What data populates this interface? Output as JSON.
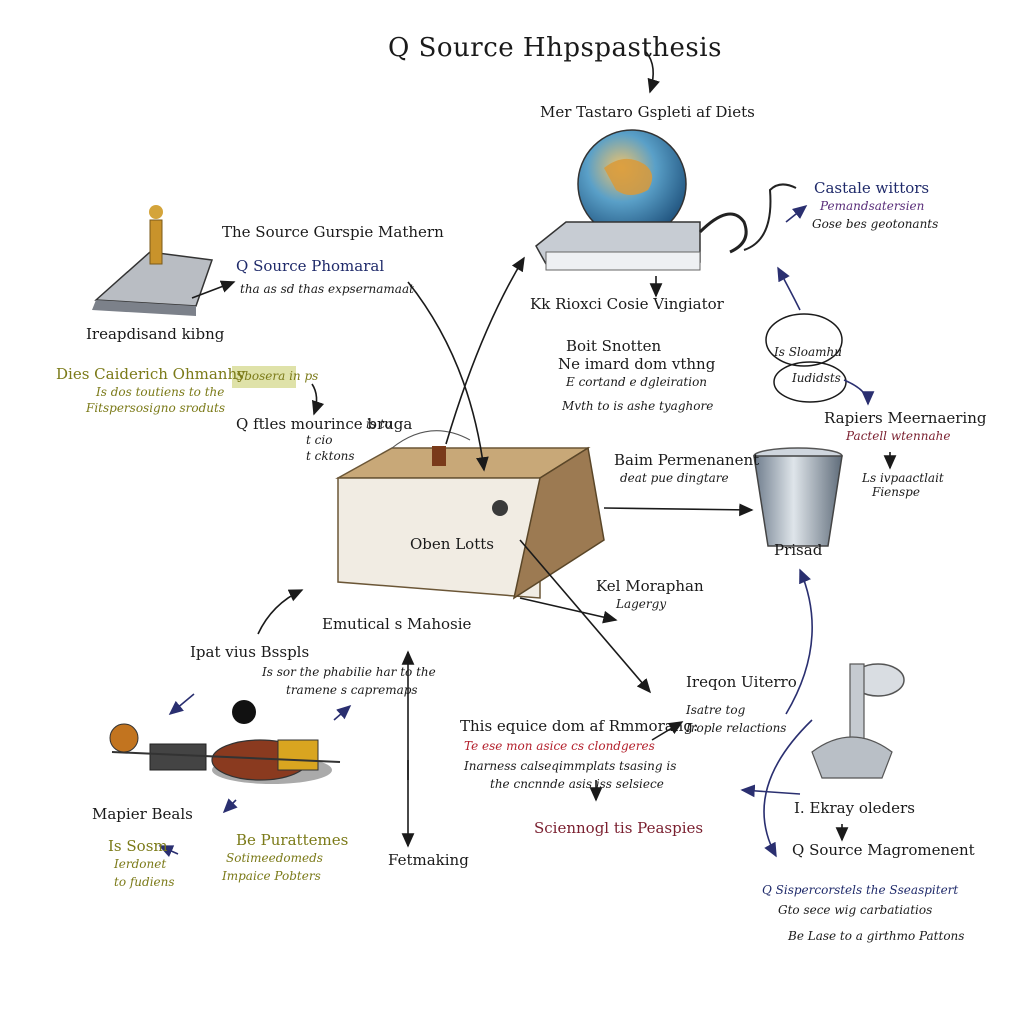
{
  "title": "Q Source Hhpspasthesis",
  "labels": {
    "top_subtitle": "Mer Tastaro Gspleti af Diets",
    "top_left_heading": "The Source Gurspie Mathern",
    "source_phomaral": "Q Source Phomaral",
    "source_phomaral_sub": "tha as sd thas expsernamaat",
    "left_machine_label": "Ireapdisand kibng",
    "olive_heading": "Dies Caiderich Ohmanhy",
    "olive_line1": "Is dos toutiens to the",
    "olive_line2": "Fitspersosigno sroduts",
    "sticky_note": "Sbosera in ps",
    "files_label": "Q ftles mourince bruga",
    "files_side": "is to",
    "files_sub1": "t cio",
    "files_sub2": "t cktons",
    "box_label": "Oben Lotts",
    "globe_below": "Kk Rioxci Cosie Vingiator",
    "boit_heading": "Boit Snotten",
    "boit_line1": "Ne imard dom vthng",
    "boit_line2": "E cortand e dgleiration",
    "boit_line3": "Mvth to is ashe tyaghore",
    "castale_heading": "Castale wittors",
    "castale_line1": "Pemandsatersien",
    "castale_line2": "Gose bes geotonants",
    "oval1": "Is Sloamhu",
    "oval2": "Iudidsts",
    "rapiers_heading": "Rapiers Meernaering",
    "rapiers_sub": "Pactell wtennahe",
    "rapiers_side1": "Ls ivpaactlait",
    "rapiers_side2": "Fienspe",
    "cup_label": "Prisad",
    "baim_heading": "Baim Permenanent",
    "baim_sub": "deat pue dingtare",
    "kel_heading": "Kel Moraphan",
    "kel_sub": "Lagergy",
    "ireqon": "Ireqon Uiterro",
    "ireqon_l1": "Isatre tog",
    "ireqon_l2": "Irople relactions",
    "this_heading": "This equice dom af Rmmorang:",
    "this_line1": "Te ese mon asice cs clondgeres",
    "this_line2": "Inarness calseqimmplats tsasing is",
    "this_line3": "the cncnnde asis iss selsiece",
    "scientogl": "Sciennogl tis Peaspies",
    "emutical": "Emutical s Mahosie",
    "ipat": "Ipat vius Bsspls",
    "ipat_sub1": "Is sor the phabilie har to the",
    "ipat_sub2": "tramene s capremaps",
    "fetmaking": "Fetmaking",
    "mapier": "Mapier Beals",
    "bottom_olive_l1": "Is Sosm",
    "bottom_olive_l2": "Ierdonet",
    "bottom_olive_l3": "to fudiens",
    "bottom_olive2_l1": "Be Purattemes",
    "bottom_olive2_l2": "Sotimeedomeds",
    "bottom_olive2_l3": "Impaice Pobters",
    "ekray": "I. Ekray oleders",
    "source_mag": "Q Source Magromenent",
    "bottom_right_l1": "Q Sispercorstels the Sseaspitert",
    "bottom_right_l2": "Gto sece wig carbatiatios",
    "bottom_right_l3": "Be Lase to a girthmo Pattons"
  },
  "colors": {
    "ink": "#1a1a1a",
    "olive": "#7b7a18",
    "navy": "#1f2a6a",
    "maroon": "#7a1f2f",
    "red": "#b3202c",
    "box_fill": "#d9c9a8",
    "globe": "#3a8fb7"
  }
}
